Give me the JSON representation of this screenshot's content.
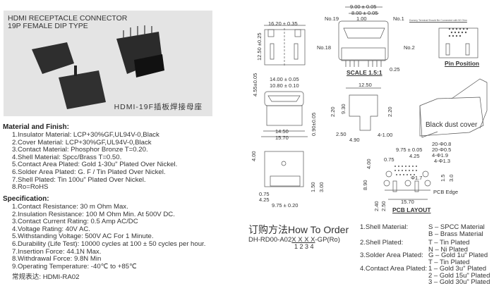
{
  "photo": {
    "title1": "HDMI RECEPTACLE CONNECTOR",
    "title2": "19P FEMALE DIP TYPE",
    "caption": "HDMI-19F插板焊接母座"
  },
  "material": {
    "heading": "Material and Finish:",
    "items": [
      "1.Insulator Material: LCP+30%GF,UL94V-0,Black",
      "2.Cover Material: LCP+30%GF,UL94V-0,Black",
      "3.Contact Material: Phosphor Bronze T=0.20.",
      "4.Shell Material: Spcc/Brass T=0.50.",
      "5.Contact Area Plated: Gold 1-30u\" Plated Over Nickel.",
      "6.Solder Area Plated: G. F / Tin Plated Over Nickel.",
      "7.Shell Plated: Tin 100u\" Plated Over Nickel.",
      "8.Ro=RoHS"
    ]
  },
  "spec": {
    "heading": "Specification:",
    "items": [
      "1.Contact Resistance: 30 m Ohm Max.",
      "2.Insulation Resistance: 100 M Ohm Min. At 500V DC.",
      "3.Contact Current Rating: 0.5 Amp AC/DC",
      "4.Voltage Rating: 40V AC.",
      "5.Withstanding Voltage: 500V AC For 1 Minute.",
      "6.Durability (Life Test): 10000 cycles at 100 ± 50 cycles per hour.",
      "7.Insertion Force: 44.1N Max.",
      "8.Withdrawal Force: 9.8N Min",
      "9.Operating Temperature:  -40℃ to +85℃"
    ],
    "common": "常规表达:  HDMI-RA02"
  },
  "dims": {
    "d1": "16.20 ± 0.35",
    "d2": "12.50 ±0.25",
    "d3": "9.00 ± 0.05",
    "d4": "8.00 ± 0.05",
    "d5": "1.00",
    "no19": "No.19",
    "no1": "No.1",
    "no18": "No.18",
    "no2": "No.2",
    "scale": "SCALE 1.5:1",
    "d6": "0.25",
    "dummy": "Dummy Terminal Should Be Connected with 50 Ohm",
    "pinpos": "Pin Position",
    "d7": "14.00 ± 0.05",
    "d8": "10.80 ± 0.10",
    "d9": "4.55±0.05",
    "d10": "14.50",
    "d11": "15.70",
    "d12": "0.90±0.05",
    "d13": "12.50",
    "d14": "9.30",
    "d15": "2.20",
    "d16": "2.20",
    "d17": "2.50",
    "d18": "4.90",
    "d19": "4-1.00",
    "dust": "Black dust cover",
    "d20": "4.00",
    "d21": "0.75",
    "d22": "4.25",
    "d23": "9.75 ± 0.20",
    "d24": "1.50",
    "d25": "3.00",
    "p1": "20-Φ0.8",
    "p2": "20-Φ0.5",
    "p3": "4-Φ1.9",
    "p4": "4-Φ1.3",
    "p5": "9.75 ± 0.05",
    "p6": "4.25",
    "p7": "0.75",
    "p8": "4.00",
    "p9": "8.90",
    "p10": "Φ1.7",
    "p11": "1.5",
    "p12": "3.0",
    "pcbedge": "PCB Edge",
    "p13": "2.40",
    "p14": "2.50",
    "p15": "15.70",
    "pcblayout": "PCB  LAYOUT"
  },
  "order": {
    "title": "订购方法How To Order",
    "code_prefix": "DH-RD00-A02",
    "code_x": "X X X X",
    "code_suffix": "-GP(Ro)",
    "code_nums": "1 2 3 4",
    "options": [
      {
        "label": "1.Shell Material:",
        "values": [
          "S – SPCC Material",
          "B – Brass Material"
        ]
      },
      {
        "label": "2.Shell Plated:",
        "values": [
          "T – Tin Plated",
          "N – Ni Plated"
        ]
      },
      {
        "label": "3.Solder Area Plated:",
        "values": [
          "G – Gold 1u\" Plated",
          "T – Tin Plated"
        ]
      },
      {
        "label": "4.Contact Area Plated:",
        "values": [
          "1 – Gold 3u\" Plated",
          "2 – Gold 15u\" Plated",
          "3 – Gold 30u\" Plated"
        ]
      }
    ]
  }
}
